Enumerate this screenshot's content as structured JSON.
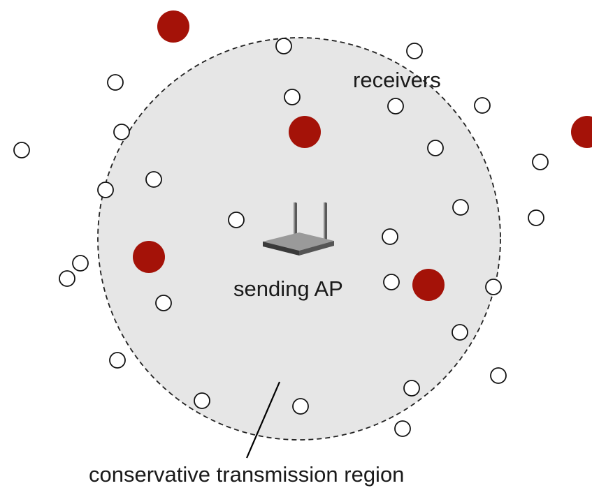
{
  "labels": {
    "receivers": "receivers",
    "sending_ap": "sending AP",
    "region": "conservative transmission region"
  },
  "colors": {
    "region_fill": "#e6e6e6",
    "interferer": "#a41208",
    "receiver_stroke": "#111111"
  },
  "icons": {
    "access_point": "wireless-router-icon",
    "receiver": "open-circle",
    "interferer": "filled-red-circle"
  }
}
